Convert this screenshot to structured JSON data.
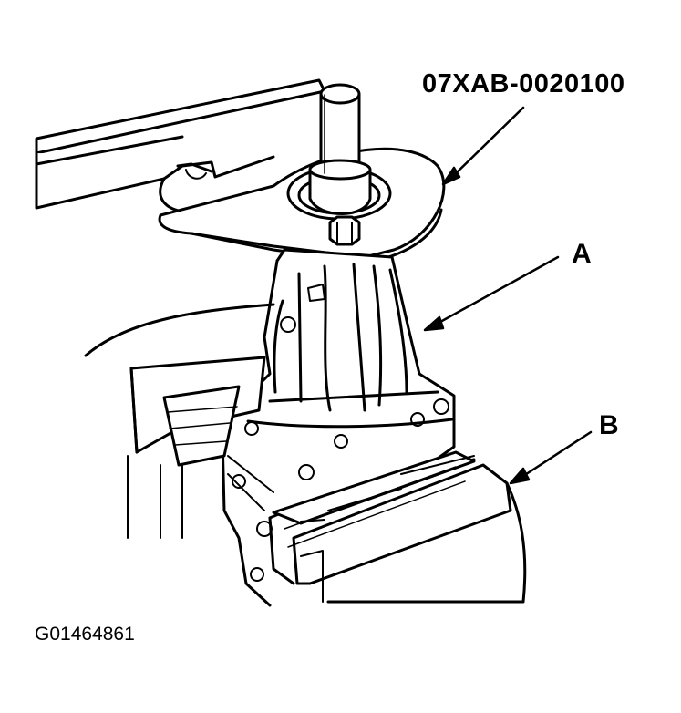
{
  "figure": {
    "tool_part_number": "07XAB-0020100",
    "callout_a": "A",
    "callout_b": "B",
    "figure_id": "G01464861"
  },
  "colors": {
    "ink": "#000000",
    "paper": "#ffffff"
  }
}
